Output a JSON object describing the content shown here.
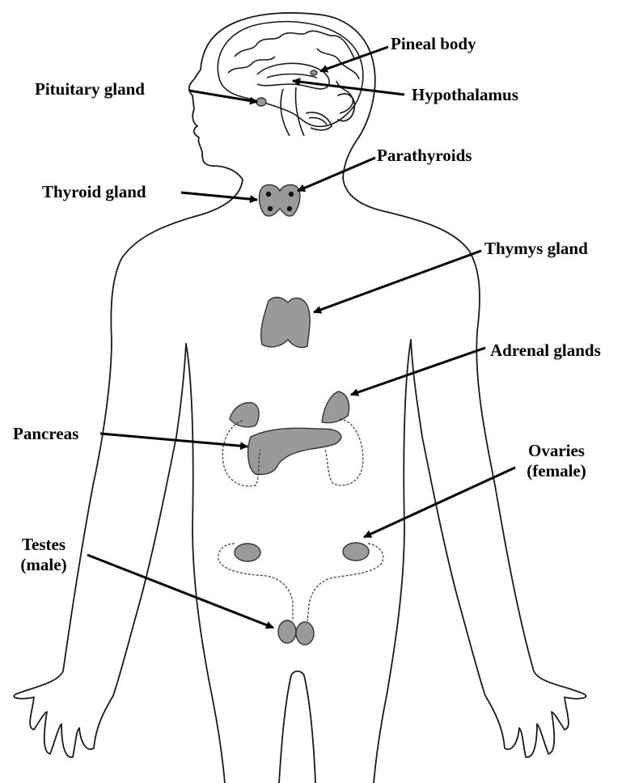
{
  "labels": {
    "pineal": "Pineal body",
    "pituitary": "Pituitary gland",
    "hypothalamus": "Hypothalamus",
    "parathyroids": "Parathyroids",
    "thyroid": "Thyroid gland",
    "thymus": "Thymys gland",
    "adrenal": "Adrenal glands",
    "pancreas": "Pancreas",
    "ovaries_1": "Ovaries",
    "ovaries_2": "(female)",
    "testes_1": "Testes",
    "testes_2": "(male)"
  },
  "colors": {
    "outline": "#1a1a1a",
    "gland_fill": "#9a9a9a",
    "gland_stroke": "#333333",
    "arrow": "#000000"
  }
}
